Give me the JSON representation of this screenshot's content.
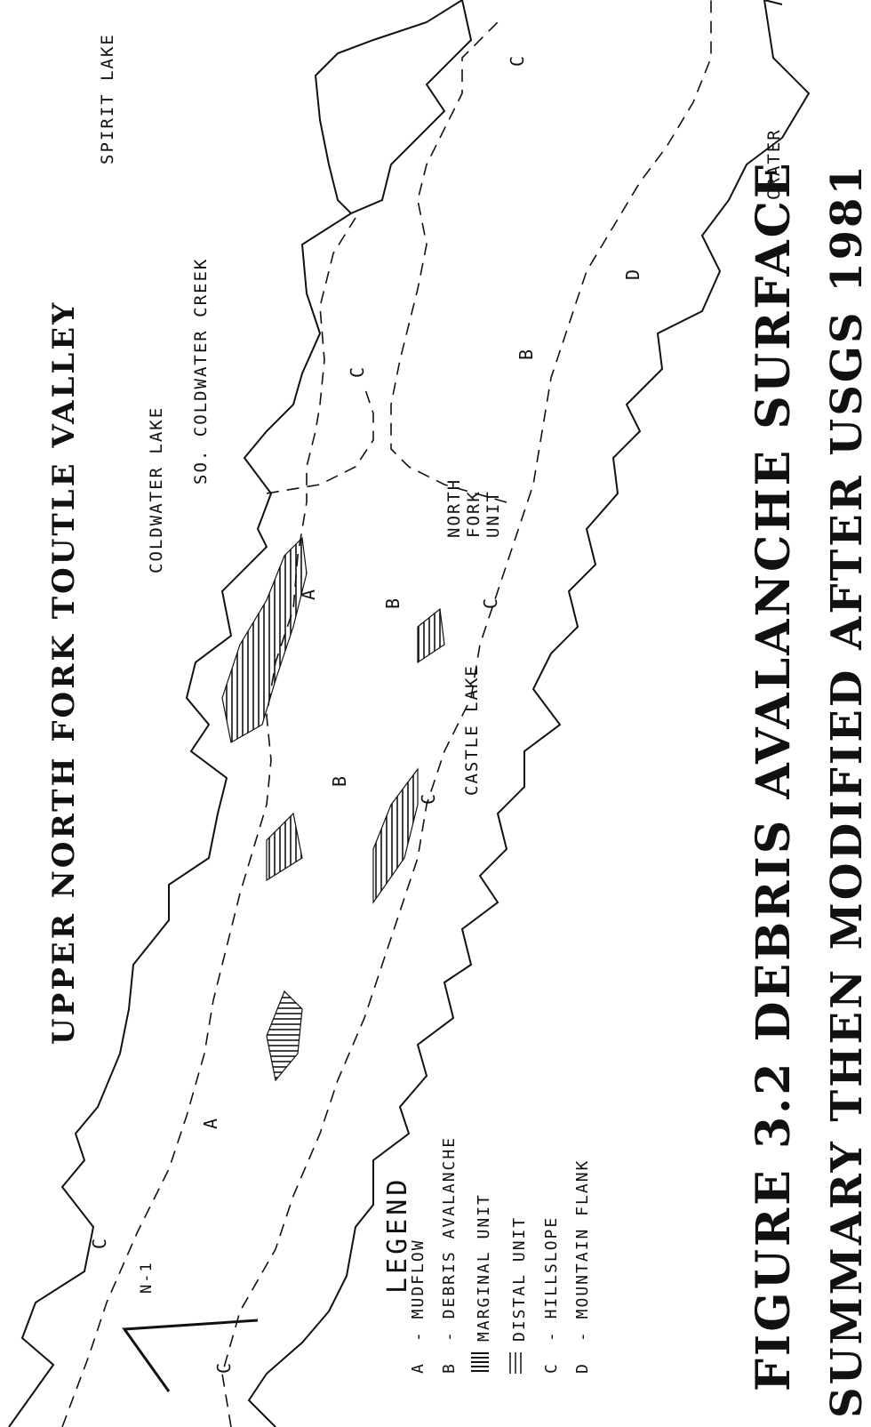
{
  "title": "UPPER NORTH FORK TOUTLE VALLEY",
  "figure_title": "FIGURE 3.2  DEBRIS AVALANCHE SURFACE",
  "figure_subtitle": "SUMMARY THEN MODIFIED AFTER USGS 1981",
  "place_labels": {
    "spirit_lake": "SPIRIT LAKE",
    "so_coldwater_creek": "SO. COLDWATER CREEK",
    "coldwater_lake": "COLDWATER LAKE",
    "crater": "CRATER",
    "castle_lake": "CASTLE LAKE",
    "north_fork_unit": "NORTH FORK UNIT",
    "section_line": "N-1"
  },
  "unit_codes": {
    "a": "A",
    "b": "B",
    "c": "C",
    "d": "D"
  },
  "legend": {
    "title": "LEGEND",
    "items": [
      {
        "code": "A",
        "text": "- MUDFLOW"
      },
      {
        "code": "B",
        "text": "- DEBRIS AVALANCHE"
      },
      {
        "code": "",
        "text": "MARGINAL UNIT"
      },
      {
        "code": "",
        "text": "DISTAL UNIT"
      },
      {
        "code": "C",
        "text": "- HILLSLOPE"
      },
      {
        "code": "D",
        "text": "- MOUNTAIN FLANK"
      }
    ]
  }
}
